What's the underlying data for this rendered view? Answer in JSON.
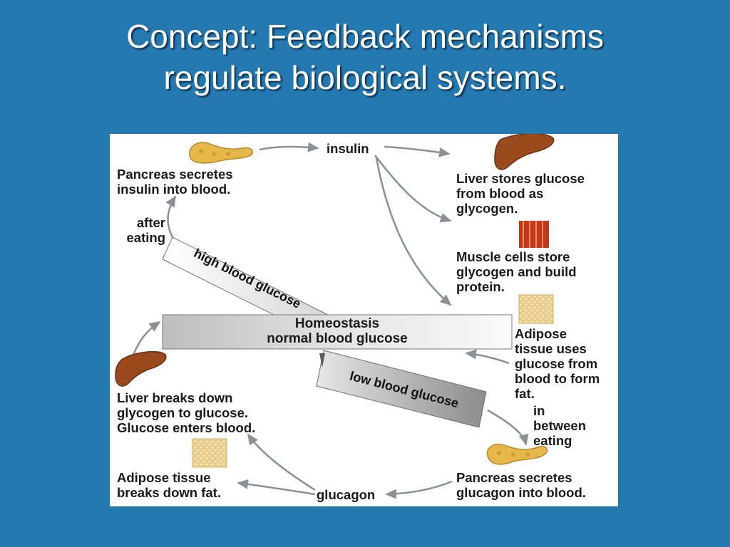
{
  "title": {
    "line1": "Concept: Feedback mechanisms",
    "line2": "regulate biological systems."
  },
  "diagram": {
    "insulin": "insulin",
    "glucagon": "glucagon",
    "pancreas_secretes_insulin": [
      "Pancreas secretes",
      "insulin into blood."
    ],
    "after_eating": [
      "after",
      "eating"
    ],
    "liver_stores": [
      "Liver stores glucose",
      "from blood as",
      "glycogen."
    ],
    "muscle_cells": [
      "Muscle cells store",
      "glycogen and build",
      "protein."
    ],
    "adipose_uses": [
      "Adipose",
      "tissue uses",
      "glucose from",
      "blood to form",
      "fat."
    ],
    "in_between_eating": [
      "in",
      "between",
      "eating"
    ],
    "pancreas_secretes_glucagon": [
      "Pancreas secretes",
      "glucagon into blood."
    ],
    "liver_breaks_down": [
      "Liver breaks down",
      "glycogen to glucose.",
      "Glucose enters blood."
    ],
    "adipose_breaks_down": [
      "Adipose tissue",
      "breaks down fat."
    ],
    "high_blood_glucose": "high blood glucose",
    "low_blood_glucose": "low blood glucose",
    "homeostasis": [
      "Homeostasis",
      "normal blood glucose"
    ]
  },
  "icons": [
    "pancreas-icon",
    "liver-icon",
    "muscle-tissue-icon",
    "adipose-tissue-icon"
  ],
  "colors": {
    "background": "#2479b1",
    "liver": "#9a4a1c",
    "pancreas": "#e6b84a",
    "muscle": "#c0391e",
    "adipose": "#efdba0"
  }
}
